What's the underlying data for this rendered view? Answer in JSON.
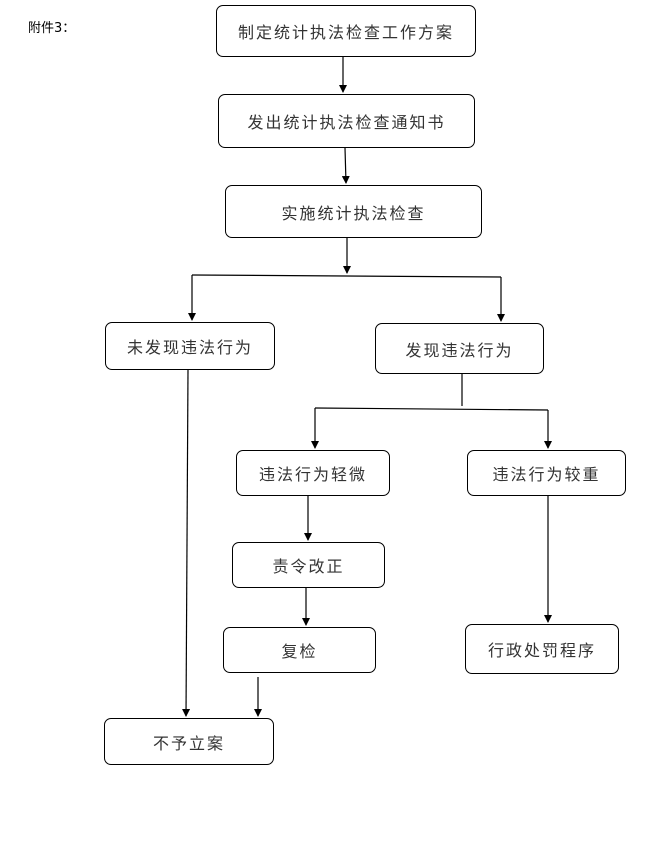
{
  "header": {
    "label": "附件3："
  },
  "nodes": {
    "make_plan": "制定统计执法检查工作方案",
    "issue_notice": "发出统计执法检查通知书",
    "conduct_inspection": "实施统计执法检查",
    "no_violation": "未发现违法行为",
    "violation_found": "发现违法行为",
    "minor_violation": "违法行为轻微",
    "serious_violation": "违法行为较重",
    "order_correction": "责令改正",
    "reinspection": "复检",
    "administrative_penalty": "行政处罚程序",
    "no_case_filed": "不予立案"
  }
}
